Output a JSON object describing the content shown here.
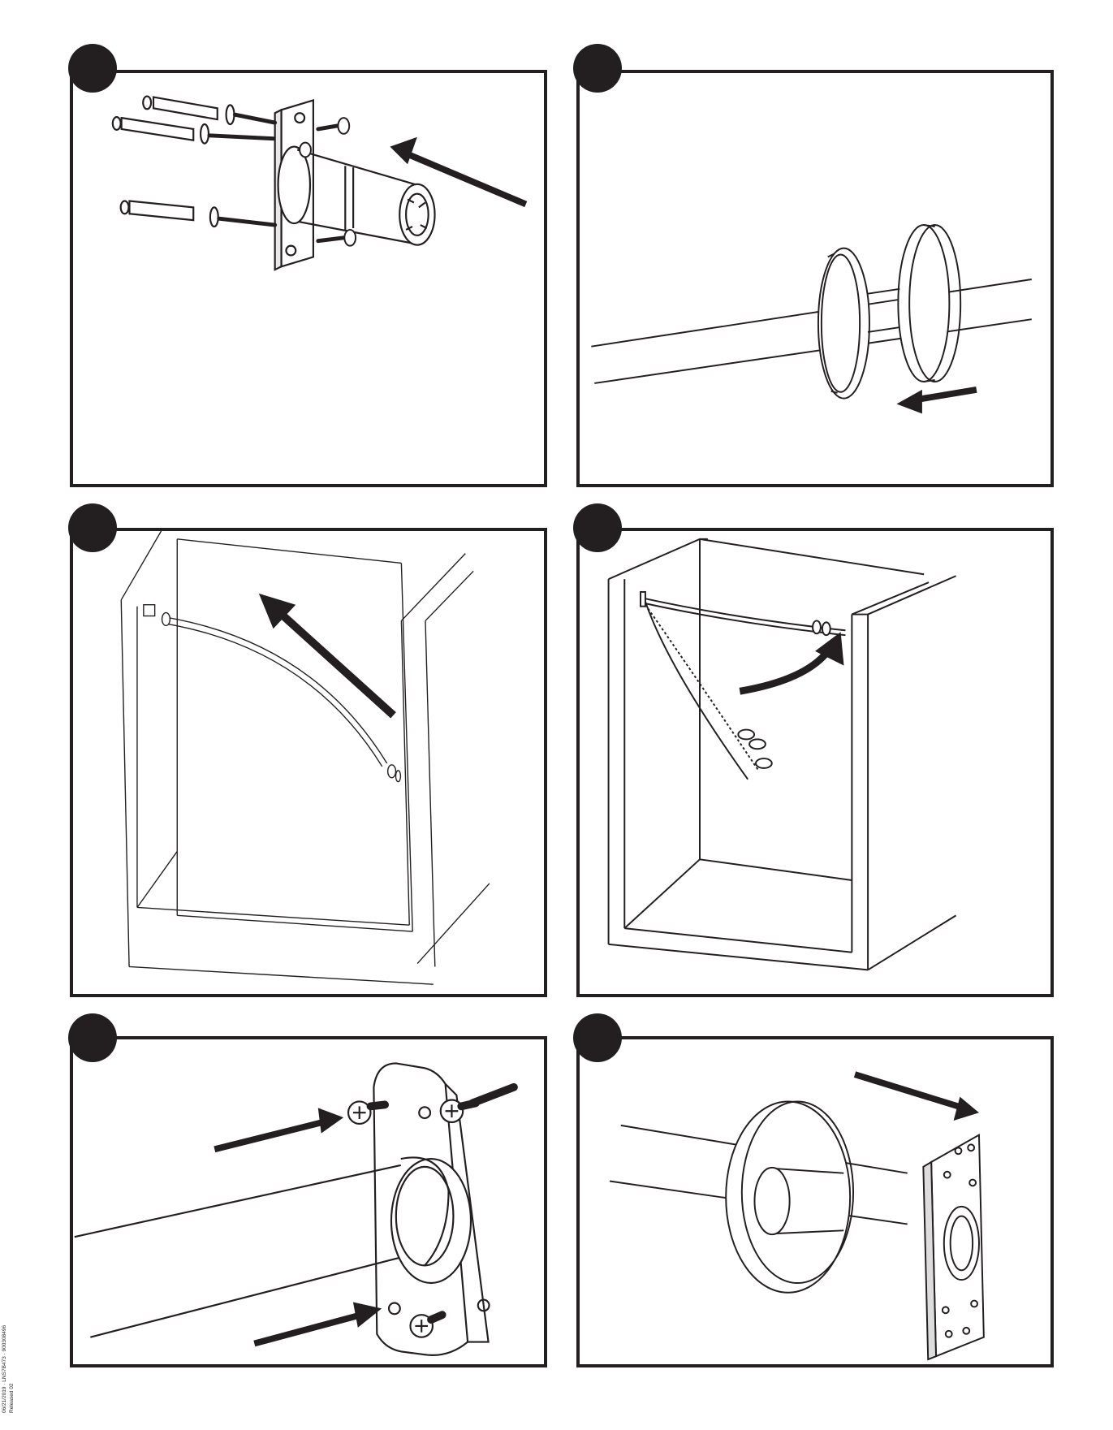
{
  "document": {
    "footer_date_line": "06/21/2019 · LNS7B473 · 900308496",
    "footer_release_line": "Released 02"
  },
  "panels": [
    {
      "id": "1",
      "content": "wall anchors and screws inserted through mounting bracket with rod socket"
    },
    {
      "id": "2",
      "content": "escutcheon ring and flange slid onto rod"
    },
    {
      "id": "3",
      "content": "rod end inserted into left bracket inside closet"
    },
    {
      "id": "4",
      "content": "rod swung up into right bracket"
    },
    {
      "id": "5",
      "content": "screws driven through bracket holes"
    },
    {
      "id": "6",
      "content": "flange slid over bracket"
    }
  ],
  "colors": {
    "ink": "#231f20",
    "paper": "#ffffff"
  }
}
